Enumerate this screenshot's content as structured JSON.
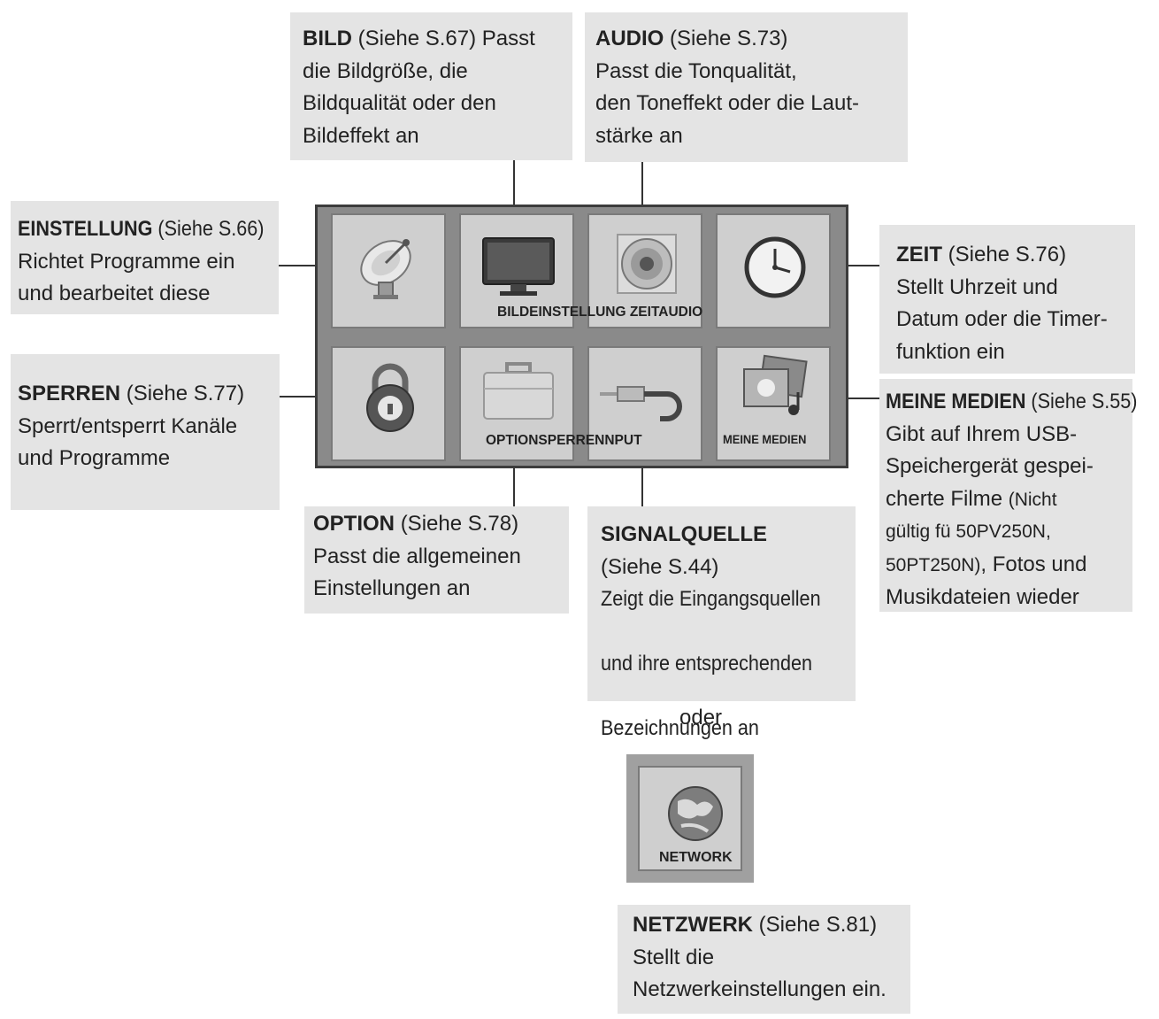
{
  "callouts": {
    "bild": {
      "title": "BILD",
      "ref": "(Siehe S.67)",
      "lines": [
        "Passt",
        "die Bildgröße, die",
        "Bildqualität oder den",
        "Bildeffekt an"
      ]
    },
    "audio": {
      "title": "AUDIO",
      "ref": "(Siehe S.73)",
      "lines": [
        "Passt die Tonqualität,",
        "den Toneffekt oder die Laut-",
        "stärke an"
      ]
    },
    "einstellung": {
      "title": "EINSTELLUNG",
      "ref": "(Siehe S.66)",
      "lines": [
        "Richtet Programme ein",
        "und bearbeitet diese"
      ]
    },
    "zeit": {
      "title": "ZEIT",
      "ref": "(Siehe S.76)",
      "lines": [
        "Stellt Uhrzeit und",
        "Datum oder die Timer-",
        "funktion ein"
      ]
    },
    "sperren": {
      "title": "SPERREN",
      "ref": "(Siehe S.77)",
      "lines": [
        "Sperrt/entsperrt Kanäle",
        "und Programme"
      ]
    },
    "meine_medien": {
      "title": "MEINE MEDIEN",
      "ref": "(Siehe S.55)",
      "lines": [
        "Gibt auf Ihrem USB-",
        "Speichergerät gespei-",
        "cherte Filme"
      ],
      "note": "(Nicht",
      "note_lines": [
        "gültig fü 50PV250N,",
        "50PT250N)"
      ],
      "tail": ", Fotos und",
      "last_line": "Musikdateien wieder"
    },
    "option": {
      "title": "OPTION",
      "ref": "(Siehe S.78)",
      "lines": [
        "Passt die allgemeinen",
        "Einstellungen an"
      ]
    },
    "signalquelle": {
      "title": "SIGNALQUELLE",
      "ref": "(Siehe S.44)",
      "lines": [
        "Zeigt die Eingangsquellen",
        "und ihre entsprechenden",
        "Bezeichnungen an"
      ]
    },
    "netzwerk": {
      "title": "NETZWERK",
      "ref": "(Siehe S.81)",
      "lines": [
        "Stellt die",
        "Netzwerkeinstellungen ein."
      ]
    }
  },
  "menu": {
    "row1_label": "BILDEINSTELLUNG ZEITAUDIO",
    "row2_label": "OPTIONSPERRENNPUT",
    "meine_medien_label": "MEINE MEDIEN"
  },
  "separator": "oder",
  "network_tile": {
    "label": "NETWORK"
  },
  "icons": [
    "satellite-dish-icon",
    "tv-icon",
    "speaker-icon",
    "clock-icon",
    "padlock-icon",
    "toolbox-icon",
    "av-cable-icon",
    "media-photos-icon",
    "globe-icon"
  ]
}
